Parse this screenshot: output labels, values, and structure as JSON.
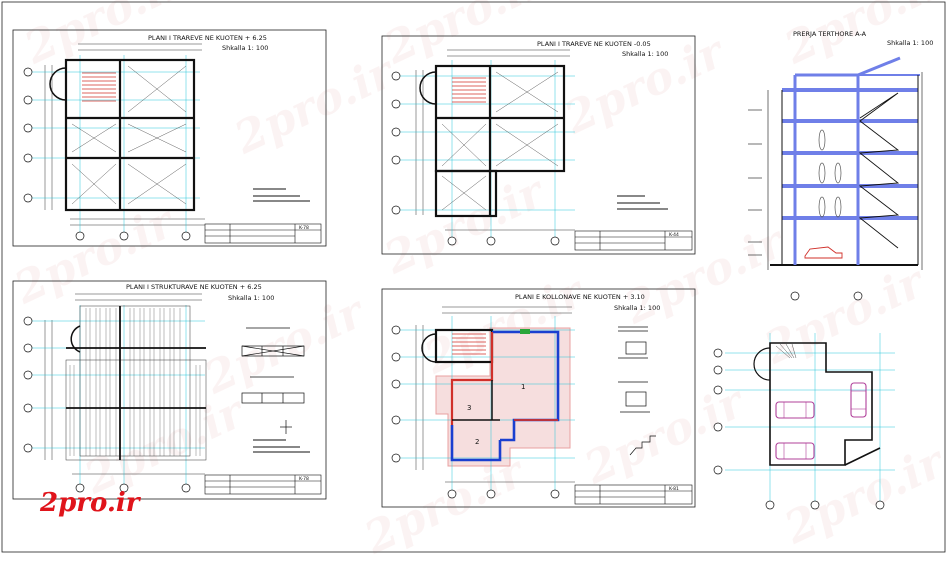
{
  "panels": {
    "p1": {
      "title": "PLANI I TRAREVE NE KUOTEN + 6.25",
      "scale": "Shkalla 1: 100",
      "code": "K-78"
    },
    "p2": {
      "title": "PLANI I TRAREVE NE KUOTEN -0.05",
      "scale": "Shkalla 1: 100",
      "code": "K-44"
    },
    "p3": {
      "title": "PRERJA TERTHORE  A-A",
      "scale": "Shkalla 1: 100"
    },
    "p4": {
      "title": "PLANI I STRUKTURAVE NE KUOTEN + 6.25",
      "scale": "Shkalla 1: 100",
      "code": "K-78"
    },
    "p5": {
      "title": "PLANI E KOLLONAVE NE KUOTEN + 3.10",
      "scale": "Shkalla 1: 100",
      "code": "K-81"
    }
  },
  "room_numbers": [
    "1",
    "2",
    "3"
  ],
  "watermark_text": "2pro.ir",
  "logo_text": "2pro.ir",
  "colors": {
    "line": "#1a1a1a",
    "accent_red": "#d0302a",
    "accent_blue": "#1a3fd0",
    "section_blue": "#6f7fe8",
    "grid_cyan": "#29c7d9",
    "hatch_green": "#e8a0a0",
    "car_pink": "#b0409a"
  }
}
